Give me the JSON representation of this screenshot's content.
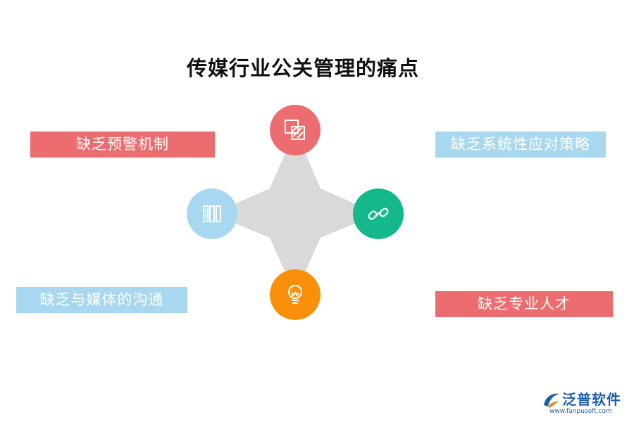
{
  "title": "传媒行业公关管理的痛点",
  "items": {
    "top_left": {
      "label": "缺乏预警机制",
      "color": "#eb6d6f"
    },
    "top_right": {
      "label": "缺乏系统性应对策略",
      "color": "#a7d8ef"
    },
    "bottom_left": {
      "label": "缺乏与媒体的沟通",
      "color": "#a7d8ef"
    },
    "bottom_right": {
      "label": "缺乏专业人才",
      "color": "#eb6d6f"
    }
  },
  "circles": {
    "top": {
      "icon": "layers-icon",
      "color": "#eb6d6f"
    },
    "left": {
      "icon": "books-icon",
      "color": "#a7d8ef"
    },
    "right": {
      "icon": "link-icon",
      "color": "#14b88a"
    },
    "bottom": {
      "icon": "lightbulb-icon",
      "color": "#fa8f0c"
    }
  },
  "star_color": "#d9d9d9",
  "logo": {
    "name": "泛普软件",
    "url": "www.fanpusoft.com"
  }
}
